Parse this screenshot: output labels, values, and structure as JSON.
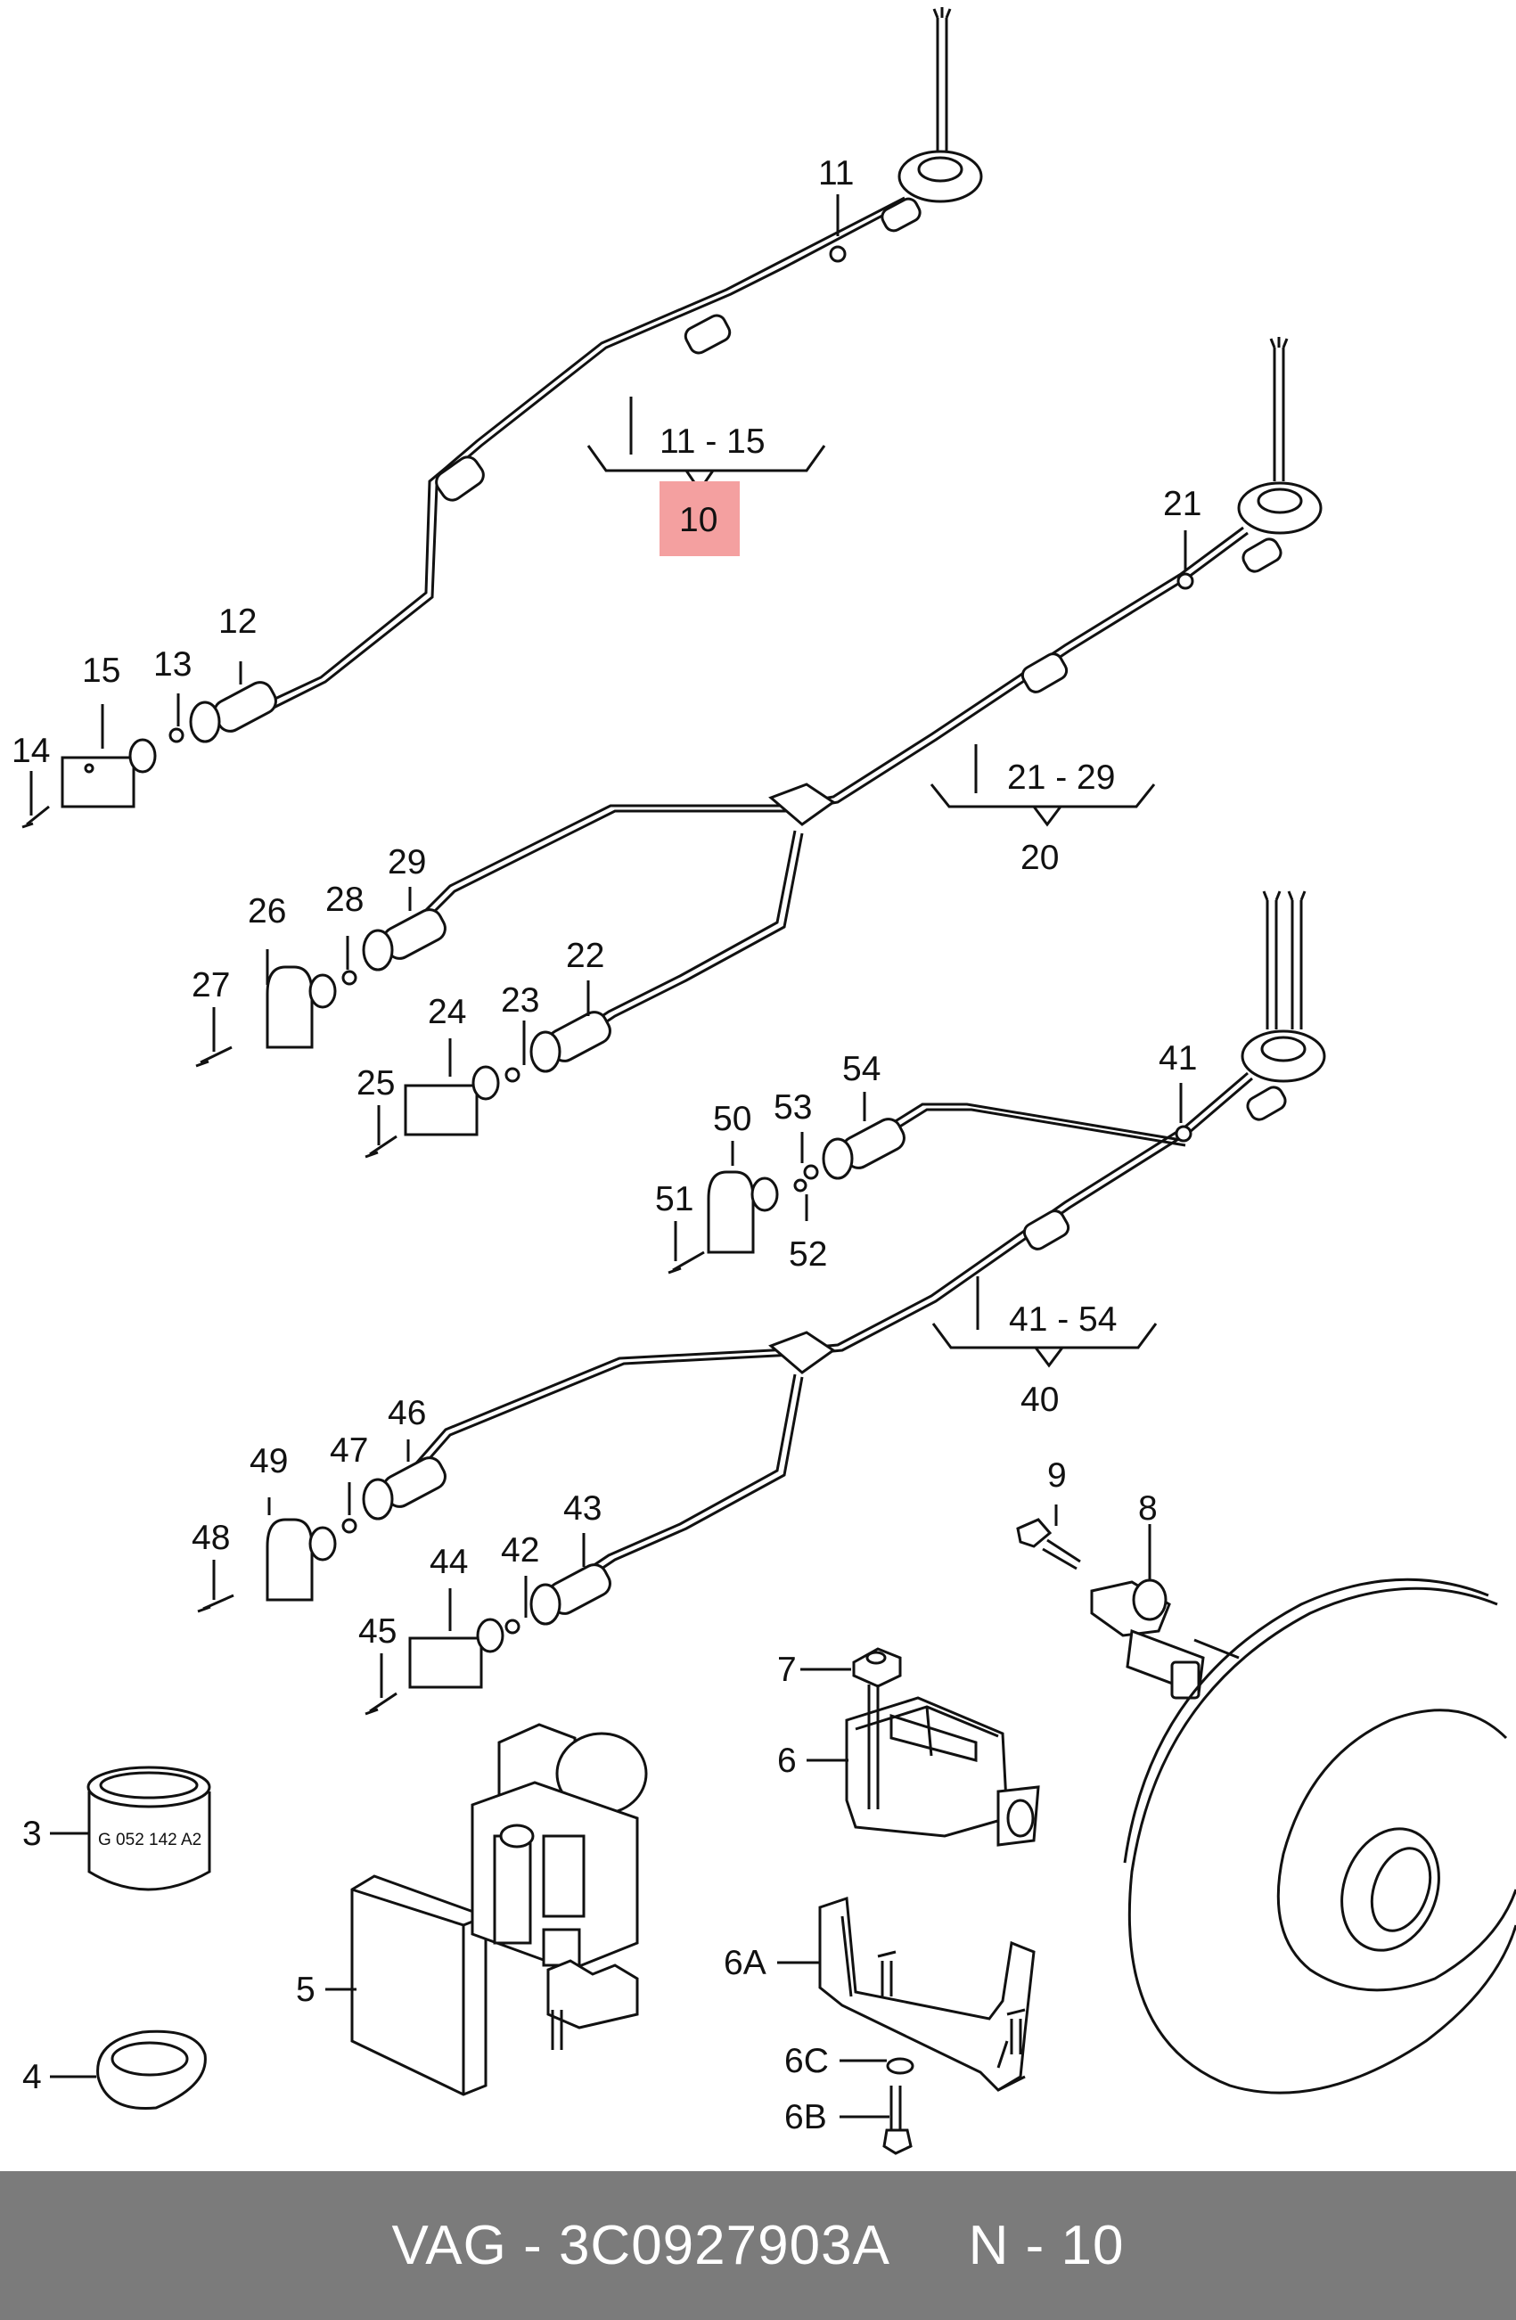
{
  "diagram": {
    "part_labels": {
      "l11": "11",
      "l12": "12",
      "l13": "13",
      "l14": "14",
      "l15": "15",
      "l21": "21",
      "l22": "22",
      "l23": "23",
      "l24": "24",
      "l25": "25",
      "l26": "26",
      "l27": "27",
      "l28": "28",
      "l29": "29",
      "l41": "41",
      "l42": "42",
      "l43": "43",
      "l44": "44",
      "l45": "45",
      "l46": "46",
      "l47": "47",
      "l48": "48",
      "l49": "49",
      "l50": "50",
      "l51": "51",
      "l52": "52",
      "l53": "53",
      "l54": "54",
      "l3": "3",
      "l4": "4",
      "l5": "5",
      "l6": "6",
      "l7": "7",
      "l8": "8",
      "l9": "9",
      "l6A": "6A",
      "l6B": "6B",
      "l6C": "6C"
    },
    "groups": {
      "g10_range": "11 - 15",
      "g10_number": "10",
      "g20_range": "21 - 29",
      "g20_number": "20",
      "g40_range": "41 - 54",
      "g40_number": "40"
    },
    "stamp_text": "G 052 142 A2",
    "highlight_color": "#f4a0a0"
  },
  "footer": {
    "text": "VAG - 3C0927903A     N - 10",
    "background": "#7b7b7b"
  }
}
